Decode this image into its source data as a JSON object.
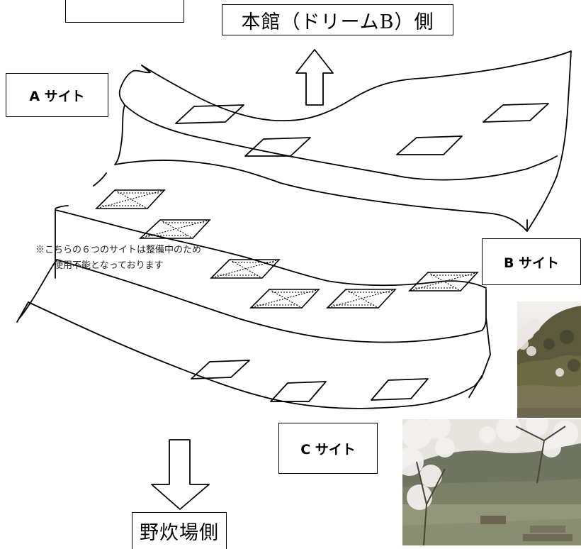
{
  "top_direction_label": "本館（ドリームB）側",
  "bottom_direction_label": "野炊場側",
  "site_labels": {
    "a": "A サイト",
    "b": "B サイト",
    "c": "C サイト"
  },
  "maintenance_note": {
    "line1": "※こちらの６つのサイトは整備中のため",
    "line2": "使用不能となっております"
  },
  "icons": {
    "up_arrow": "up-arrow-icon",
    "down_arrow": "down-arrow-icon"
  },
  "colors": {
    "line": "#000000",
    "background": "#ffffff"
  }
}
